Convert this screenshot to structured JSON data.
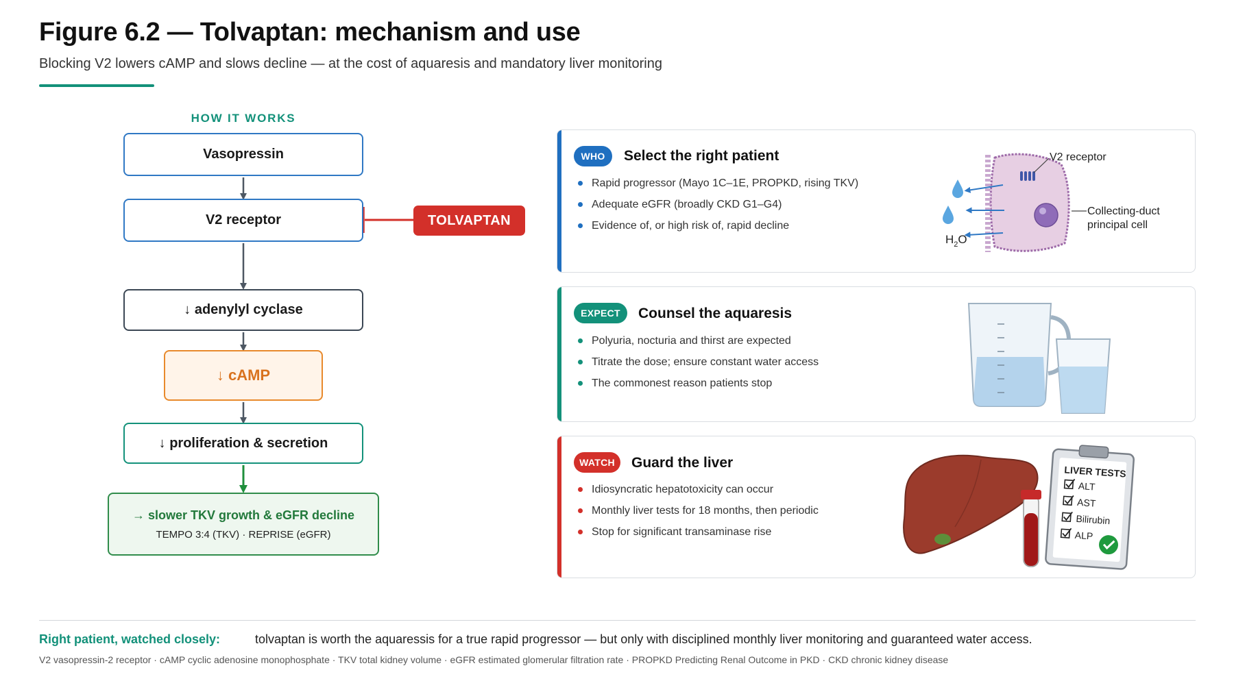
{
  "header": {
    "title": "Figure 6.2 — Tolvaptan: mechanism and use",
    "subtitle": "Blocking V2 lowers cAMP and slows decline — at the cost of aquaresis and mandatory liver monitoring"
  },
  "flow": {
    "heading": "HOW IT WORKS",
    "steps": [
      "Vasopressin",
      "V2 receptor",
      "↓ adenylyl cyclase",
      "↓ cAMP",
      "↓ proliferation & secretion"
    ],
    "result": {
      "main": "→ slower TKV growth & eGFR decline",
      "sub": "TEMPO 3:4 (TKV) · REPRISE (eGFR)"
    },
    "inhibitor": "TOLVAPTAN"
  },
  "cards": [
    {
      "badge": "WHO",
      "title": "Select the right patient",
      "color": "#1f6fc0",
      "bullets": [
        "Rapid progressor (Mayo 1C–1E, PROPKD, rising TKV)",
        "Adequate eGFR (broadly CKD G1–G4)",
        "Evidence of, or high risk of, rapid decline"
      ],
      "illustration": {
        "receptor_label": "V2 receptor",
        "cell_label_line1": "Collecting-duct",
        "cell_label_line2": "principal cell",
        "water_label": "H",
        "water_sub": "2",
        "water_tail": "O"
      }
    },
    {
      "badge": "EXPECT",
      "title": "Counsel the aquaresis",
      "color": "#13917a",
      "bullets": [
        "Polyuria, nocturia and thirst are expected",
        "Titrate the dose; ensure constant water access",
        "The commonest reason patients stop"
      ]
    },
    {
      "badge": "WATCH",
      "title": "Guard the liver",
      "color": "#d3302a",
      "bullets": [
        "Idiosyncratic hepatotoxicity can occur",
        "Monthly liver tests for 18 months, then periodic",
        "Stop for significant transaminase rise"
      ],
      "clipboard": {
        "heading": "LIVER TESTS",
        "items": [
          "ALT",
          "AST",
          "Bilirubin",
          "ALP"
        ]
      }
    }
  ],
  "footer": {
    "lead": "Right patient, watched closely:",
    "text": "tolvaptan is worth the aquaressis for a true rapid progressor — but only with disciplined monthly liver monitoring and guaranteed water access.",
    "abbreviations": "V2 vasopressin-2 receptor · cAMP cyclic adenosine monophosphate · TKV total kidney volume · eGFR estimated glomerular filtration rate · PROPKD Predicting Renal Outcome in PKD · CKD chronic kidney disease"
  },
  "colors": {
    "teal": "#13917a",
    "blue": "#2f78c4",
    "orange": "#e8892b",
    "red": "#d3302a",
    "green": "#2f8c4a"
  }
}
